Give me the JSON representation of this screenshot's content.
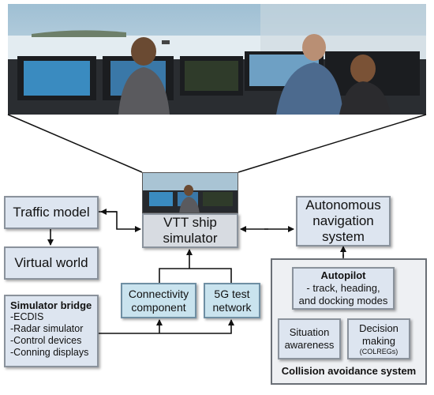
{
  "blocks": {
    "traffic_model": "Traffic model",
    "virtual_world": "Virtual world",
    "vtt_simulator_line1": "VTT ship",
    "vtt_simulator_line2": "simulator",
    "autonomous_nav_line1": "Autonomous",
    "autonomous_nav_line2": "navigation",
    "autonomous_nav_line3": "system",
    "connectivity_line1": "Connectivity",
    "connectivity_line2": "component",
    "test5g_line1": "5G test",
    "test5g_line2": "network",
    "simulator_bridge": {
      "title": "Simulator bridge",
      "items": [
        "-ECDIS",
        "-Radar simulator",
        "-Control devices",
        "-Conning displays"
      ]
    },
    "autopilot": {
      "title": "Autopilot",
      "line1": "- track, heading,",
      "line2": "and docking modes"
    },
    "situation_awareness_line1": "Situation",
    "situation_awareness_line2": "awareness",
    "decision_making_line1": "Decision",
    "decision_making_line2": "making",
    "decision_making_line3": "(COLREGs)",
    "collision_avoidance": "Collision avoidance system"
  },
  "colors": {
    "box_fill": "#dde5f0",
    "box_fill_blue": "#c9e3ee",
    "photo_sky": "#b9cfdd",
    "photo_sea": "#dfe8ee"
  }
}
